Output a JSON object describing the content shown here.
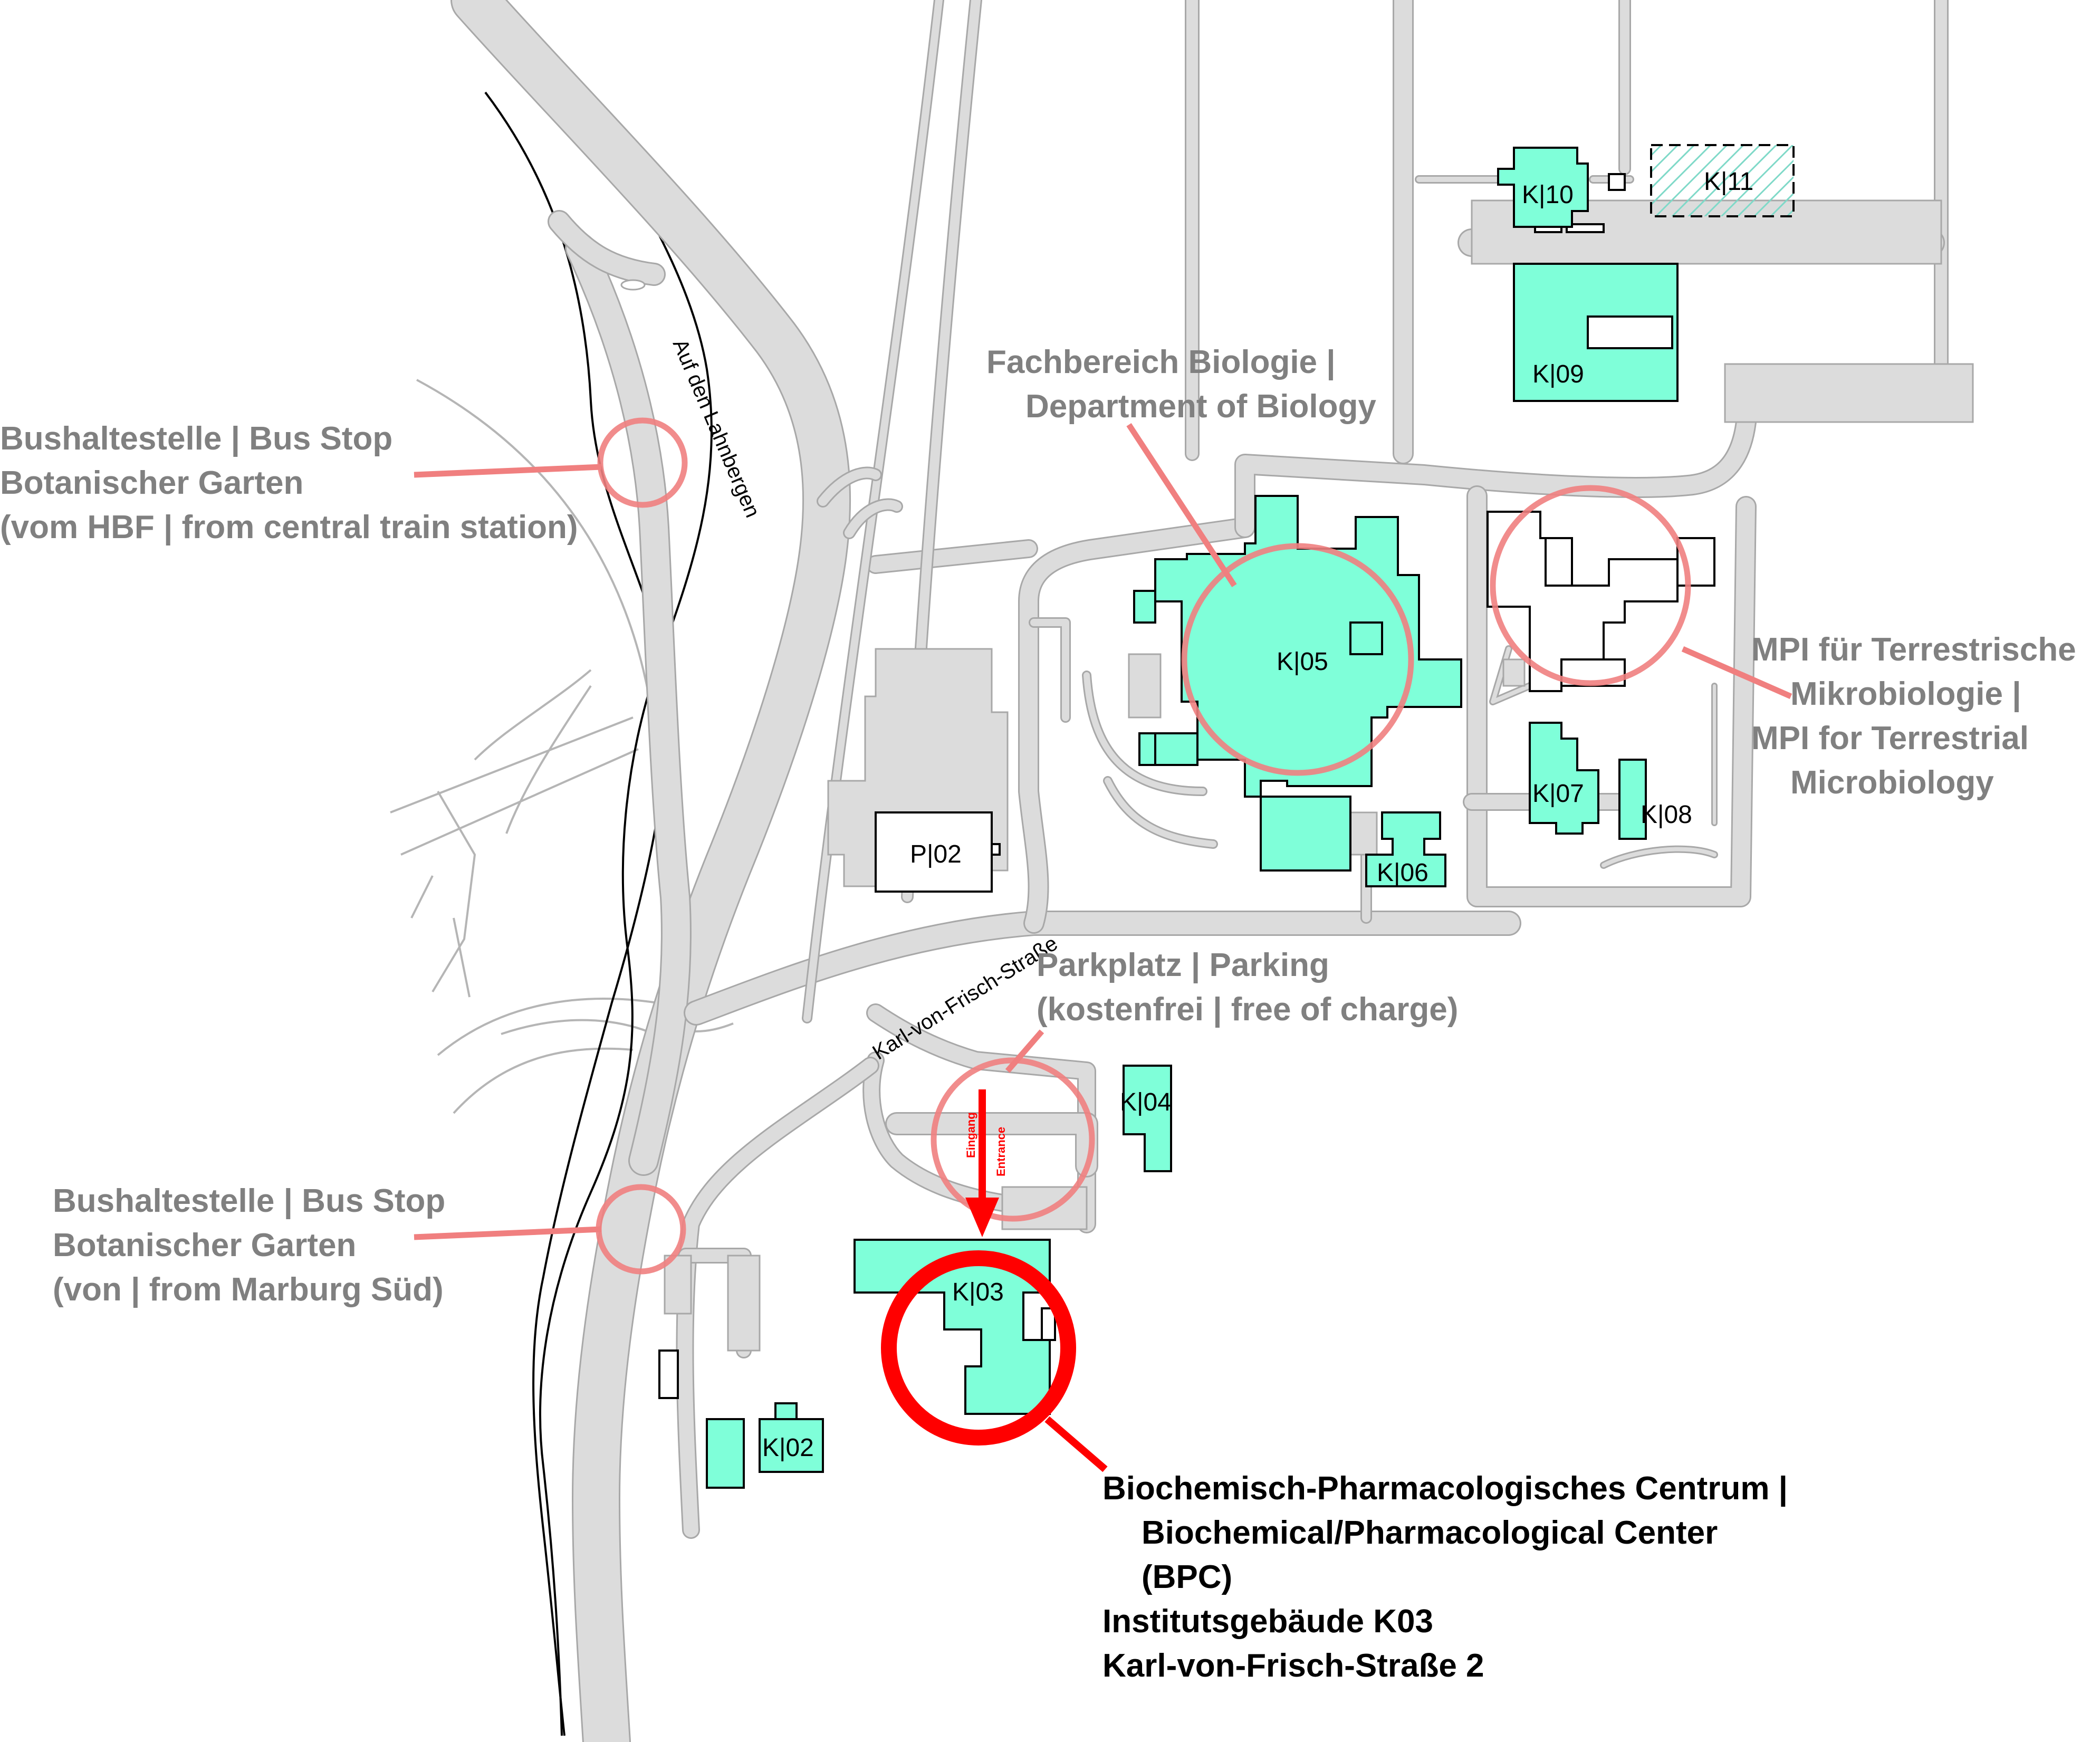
{
  "roads": {
    "lahnbergen": "Auf den Lahnbergen",
    "frisch": "Karl-von-Frisch-Straße"
  },
  "entrance": {
    "de": "Eingang",
    "en": "Entrance"
  },
  "buildings": {
    "k02": "K|02",
    "k03": "K|03",
    "k04": "K|04",
    "k05": "K|05",
    "k06": "K|06",
    "k07": "K|07",
    "k08": "K|08",
    "k09": "K|09",
    "k10": "K|10",
    "k11": "K|11",
    "p02": "P|02"
  },
  "callouts": {
    "bus_north": [
      "Bushaltestelle | Bus Stop",
      "Botanischer Garten",
      "(vom HBF | from central train station)"
    ],
    "bus_south": [
      "Bushaltestelle | Bus Stop",
      "Botanischer Garten",
      "(von | from Marburg Süd)"
    ],
    "biology": [
      "Fachbereich Biologie |",
      "Department of Biology"
    ],
    "mpi": [
      "MPI für Terrestrische",
      "Mikrobiologie |",
      "MPI for Terrestrial",
      "Microbiology"
    ],
    "parking": [
      "Parkplatz | Parking",
      "(kostenfrei | free of charge)"
    ],
    "bpc": [
      "Biochemisch-Pharmacologisches Centrum |",
      "Biochemical/Pharmacological Center",
      "(BPC)",
      "Institutsgebäude K03",
      "Karl-von-Frisch-Straße 2"
    ]
  },
  "colors": {
    "building": "#7fffd9",
    "road": "#dcdcdc",
    "callout_grey": "#808080",
    "highlight_red": "#ff0000",
    "soft_red": "#f07f7f"
  }
}
